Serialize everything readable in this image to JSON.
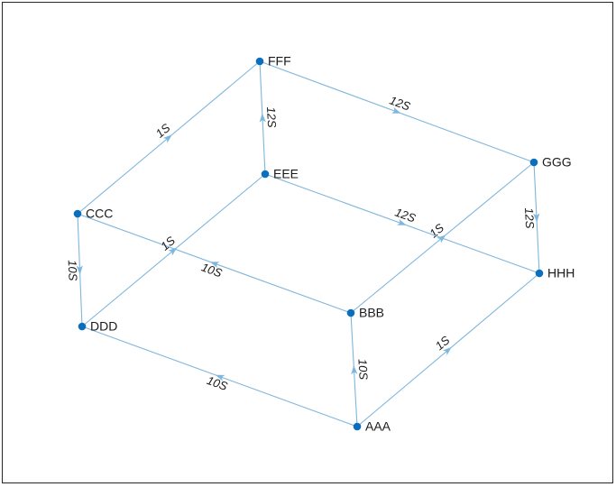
{
  "colors": {
    "node": "#0b6fbd",
    "edge": "#7fb6dc",
    "frame": "#262626"
  },
  "nodes": [
    {
      "id": "AAA",
      "label": "AAA"
    },
    {
      "id": "BBB",
      "label": "BBB"
    },
    {
      "id": "CCC",
      "label": "CCC"
    },
    {
      "id": "DDD",
      "label": "DDD"
    },
    {
      "id": "EEE",
      "label": "EEE"
    },
    {
      "id": "FFF",
      "label": "FFF"
    },
    {
      "id": "GGG",
      "label": "GGG"
    },
    {
      "id": "HHH",
      "label": "HHH"
    }
  ],
  "edges": [
    {
      "from": "AAA",
      "to": "DDD",
      "label": "10S"
    },
    {
      "from": "AAA",
      "to": "BBB",
      "label": "10S"
    },
    {
      "from": "AAA",
      "to": "HHH",
      "label": "1S"
    },
    {
      "from": "BBB",
      "to": "CCC",
      "label": "10S"
    },
    {
      "from": "BBB",
      "to": "GGG",
      "label": "1S"
    },
    {
      "from": "CCC",
      "to": "DDD",
      "label": "10S"
    },
    {
      "from": "CCC",
      "to": "FFF",
      "label": "1S"
    },
    {
      "from": "DDD",
      "to": "EEE",
      "label": "1S"
    },
    {
      "from": "EEE",
      "to": "FFF",
      "label": "12S"
    },
    {
      "from": "EEE",
      "to": "HHH",
      "label": "12S"
    },
    {
      "from": "FFF",
      "to": "GGG",
      "label": "12S"
    },
    {
      "from": "GGG",
      "to": "HHH",
      "label": "12S"
    }
  ]
}
